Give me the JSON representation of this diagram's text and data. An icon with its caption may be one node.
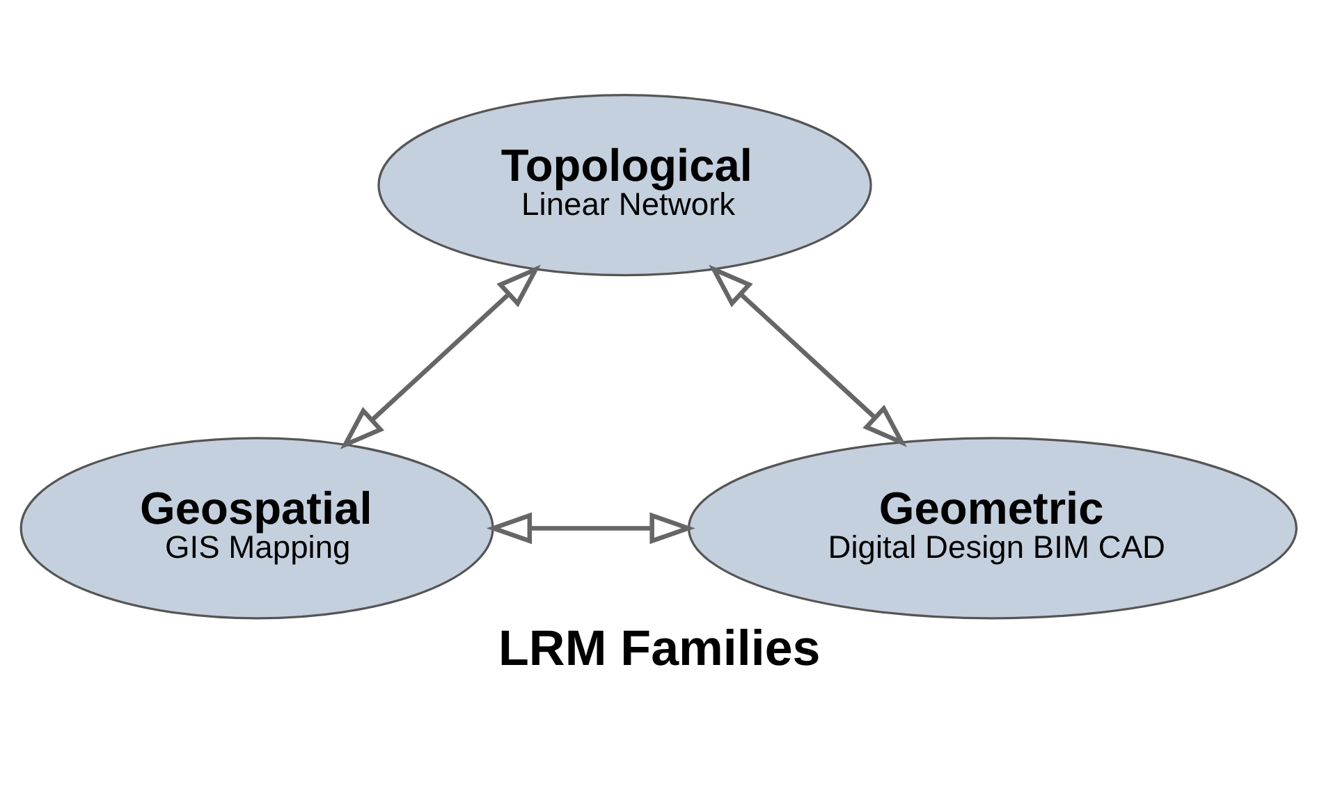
{
  "diagram": {
    "title": "LRM Families",
    "nodes": [
      {
        "text": [
          "Topological",
          "Linear Network"
        ]
      },
      {
        "text": [
          "Geospatial",
          "GIS Mapping"
        ]
      },
      {
        "text": [
          "Geometric",
          "Digital Design BIM CAD"
        ]
      }
    ],
    "edges": [
      {
        "from": 1,
        "to": 0,
        "arrow": "both"
      },
      {
        "from": 0,
        "to": 2,
        "arrow": "both"
      },
      {
        "from": 1,
        "to": 2,
        "arrow": "both"
      }
    ]
  }
}
